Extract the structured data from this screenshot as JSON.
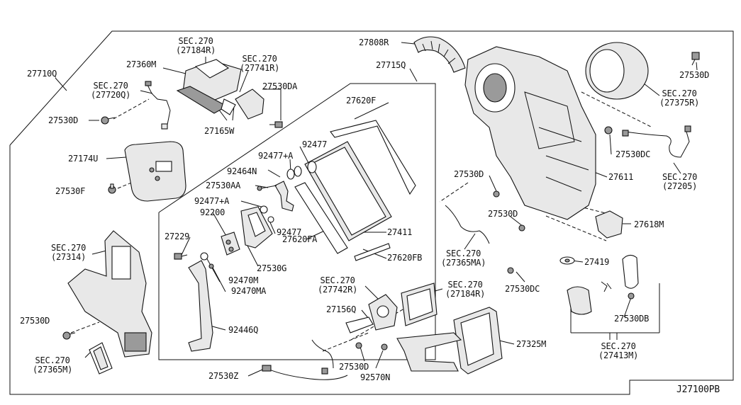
{
  "diagram_id": "J27100PB",
  "labels": {
    "l27710Q": "27710Q",
    "l27530D_a": "27530D",
    "sec27720Q": {
      "a": "SEC.270",
      "b": "(27720Q)"
    },
    "l27360M": "27360M",
    "sec27184R_top": {
      "a": "SEC.270",
      "b": "(27184R)"
    },
    "sec27741R": {
      "a": "SEC.270",
      "b": "(27741R)"
    },
    "l27530DA": "27530DA",
    "l27165W": "27165W",
    "l27174U": "27174U",
    "l27530F": "27530F",
    "l27808R": "27808R",
    "l27715Q": "27715Q",
    "l27620F": "27620F",
    "l92477_a": "92477",
    "l92477A_a": "92477+A",
    "l92464N": "92464N",
    "l27530AA": "27530AA",
    "l92477A_b": "92477+A",
    "l92200": "92200",
    "l92477_b": "92477",
    "l27411": "27411",
    "l27229": "27229",
    "l27620FA": "27620FA",
    "l27530G": "27530G",
    "l27620FB": "27620FB",
    "l92470M": "92470M",
    "l92470MA": "92470MA",
    "l92446Q": "92446Q",
    "sec27314": {
      "a": "SEC.270",
      "b": "(27314)"
    },
    "l27530D_b": "27530D",
    "sec27365M": {
      "a": "SEC.270",
      "b": "(27365M)"
    },
    "l27530Z": "27530Z",
    "sec27742R": {
      "a": "SEC.270",
      "b": "(27742R)"
    },
    "sec27184R_low": {
      "a": "SEC.270",
      "b": "(27184R)"
    },
    "l27156Q": "27156Q",
    "l27325M": "27325M",
    "l27530D_c": "27530D",
    "l92570N": "92570N",
    "l27530D_top": "27530D",
    "sec27375R": {
      "a": "SEC.270",
      "b": "(27375R)"
    },
    "l27530DC_a": "27530DC",
    "sec27205": {
      "a": "SEC.270",
      "b": "(27205)"
    },
    "l27530D_d": "27530D",
    "l27611": "27611",
    "l27530D_e": "27530D",
    "l27618M": "27618M",
    "sec27365MA": {
      "a": "SEC.270",
      "b": "(27365MA)"
    },
    "l27419": "27419",
    "l27530DC_b": "27530DC",
    "l27530DB": "27530DB",
    "sec27413M": {
      "a": "SEC.270",
      "b": "(27413M)"
    }
  }
}
